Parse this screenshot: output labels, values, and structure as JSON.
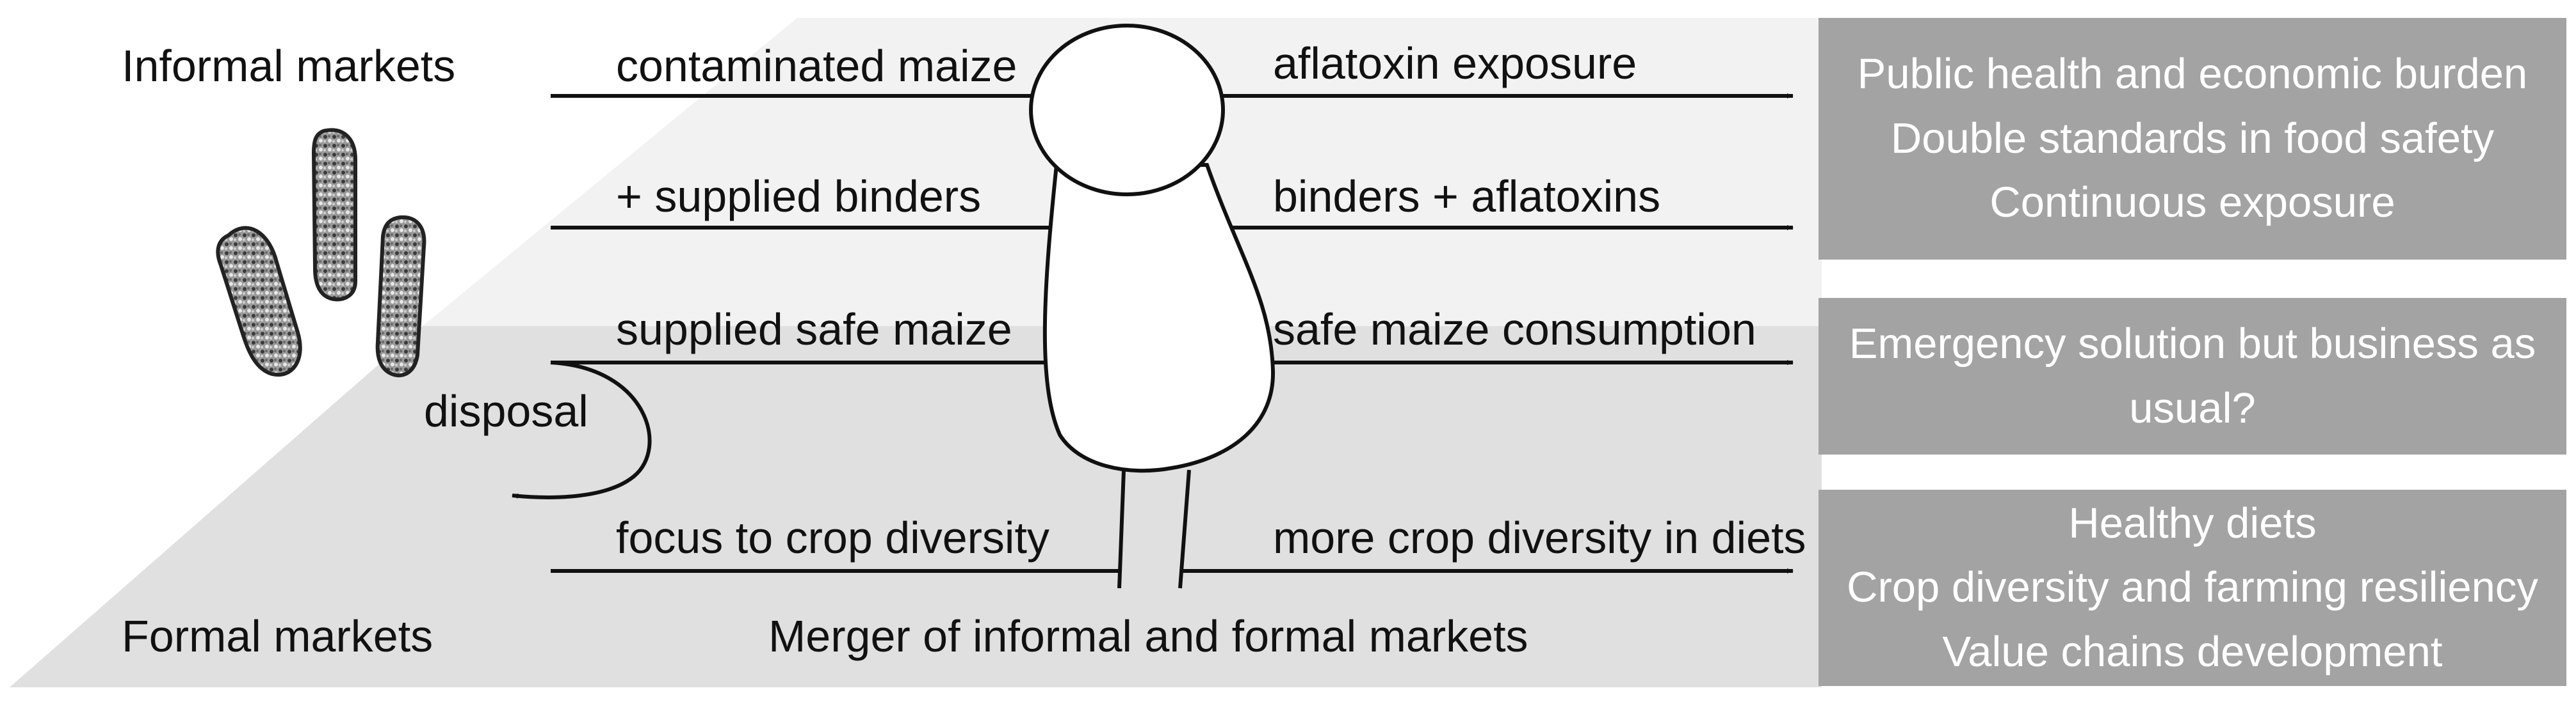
{
  "colors": {
    "upper_band": "#f2f2f2",
    "lower_band": "#e0e0e0",
    "outcome_box": "#a3a3a3",
    "outcome_text": "#ffffff",
    "lines": "#111111"
  },
  "icons": {
    "maize": "maize-cob-icon",
    "person": "person-figure-icon"
  },
  "diagram": {
    "informal_markets": "Informal markets",
    "formal_markets": "Formal markets",
    "merger_caption": "Merger of informal and formal markets",
    "disposal": "disposal",
    "flows": [
      {
        "input": "contaminated maize",
        "output": "aflatoxin exposure"
      },
      {
        "input": "+ supplied binders",
        "output": "binders + aflatoxins"
      },
      {
        "input": "supplied safe maize",
        "output": "safe maize consumption"
      },
      {
        "input": "focus to crop diversity",
        "output": "more crop diversity in diets"
      }
    ],
    "outcomes": [
      {
        "lines": [
          "Public health and economic burden",
          "Double standards in food safety",
          "Continuous exposure"
        ]
      },
      {
        "lines": [
          "Emergency solution but business as",
          "usual?"
        ]
      },
      {
        "lines": [
          "Healthy diets",
          "Crop diversity and farming resiliency",
          "Value chains development"
        ]
      }
    ]
  }
}
